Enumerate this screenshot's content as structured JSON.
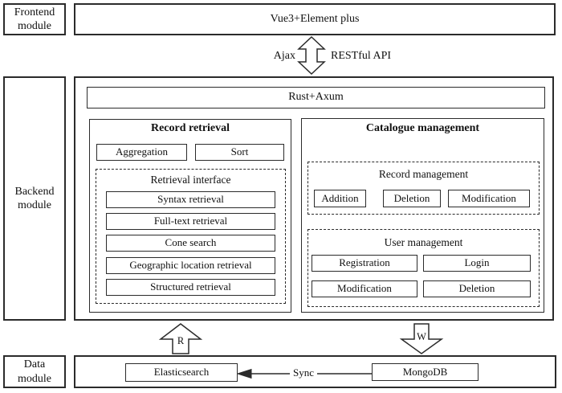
{
  "modules": {
    "frontend": "Frontend module",
    "backend": "Backend module",
    "data": "Data module"
  },
  "frontend": {
    "stack": "Vue3+Element plus"
  },
  "api_bridge": {
    "left_label": "Ajax",
    "right_label": "RESTful API"
  },
  "backend": {
    "framework": "Rust+Axum",
    "record_retrieval": {
      "title": "Record retrieval",
      "tools": [
        "Aggregation",
        "Sort"
      ],
      "retrieval_interface": {
        "title": "Retrieval interface",
        "items": [
          "Syntax retrieval",
          "Full-text retrieval",
          "Cone search",
          "Geographic location retrieval",
          "Structured retrieval"
        ]
      }
    },
    "catalogue_management": {
      "title": "Catalogue management",
      "record_management": {
        "title": "Record management",
        "items": [
          "Addition",
          "Deletion",
          "Modification"
        ]
      },
      "user_management": {
        "title": "User management",
        "items": [
          "Registration",
          "Login",
          "Modification",
          "Deletion"
        ]
      }
    }
  },
  "data_layer": {
    "read_label": "R",
    "write_label": "W",
    "sync_label": "Sync",
    "search_engine": "Elasticsearch",
    "database": "MongoDB"
  },
  "colors": {
    "line": "#2b2b2b",
    "text": "#111111",
    "background": "#ffffff"
  }
}
